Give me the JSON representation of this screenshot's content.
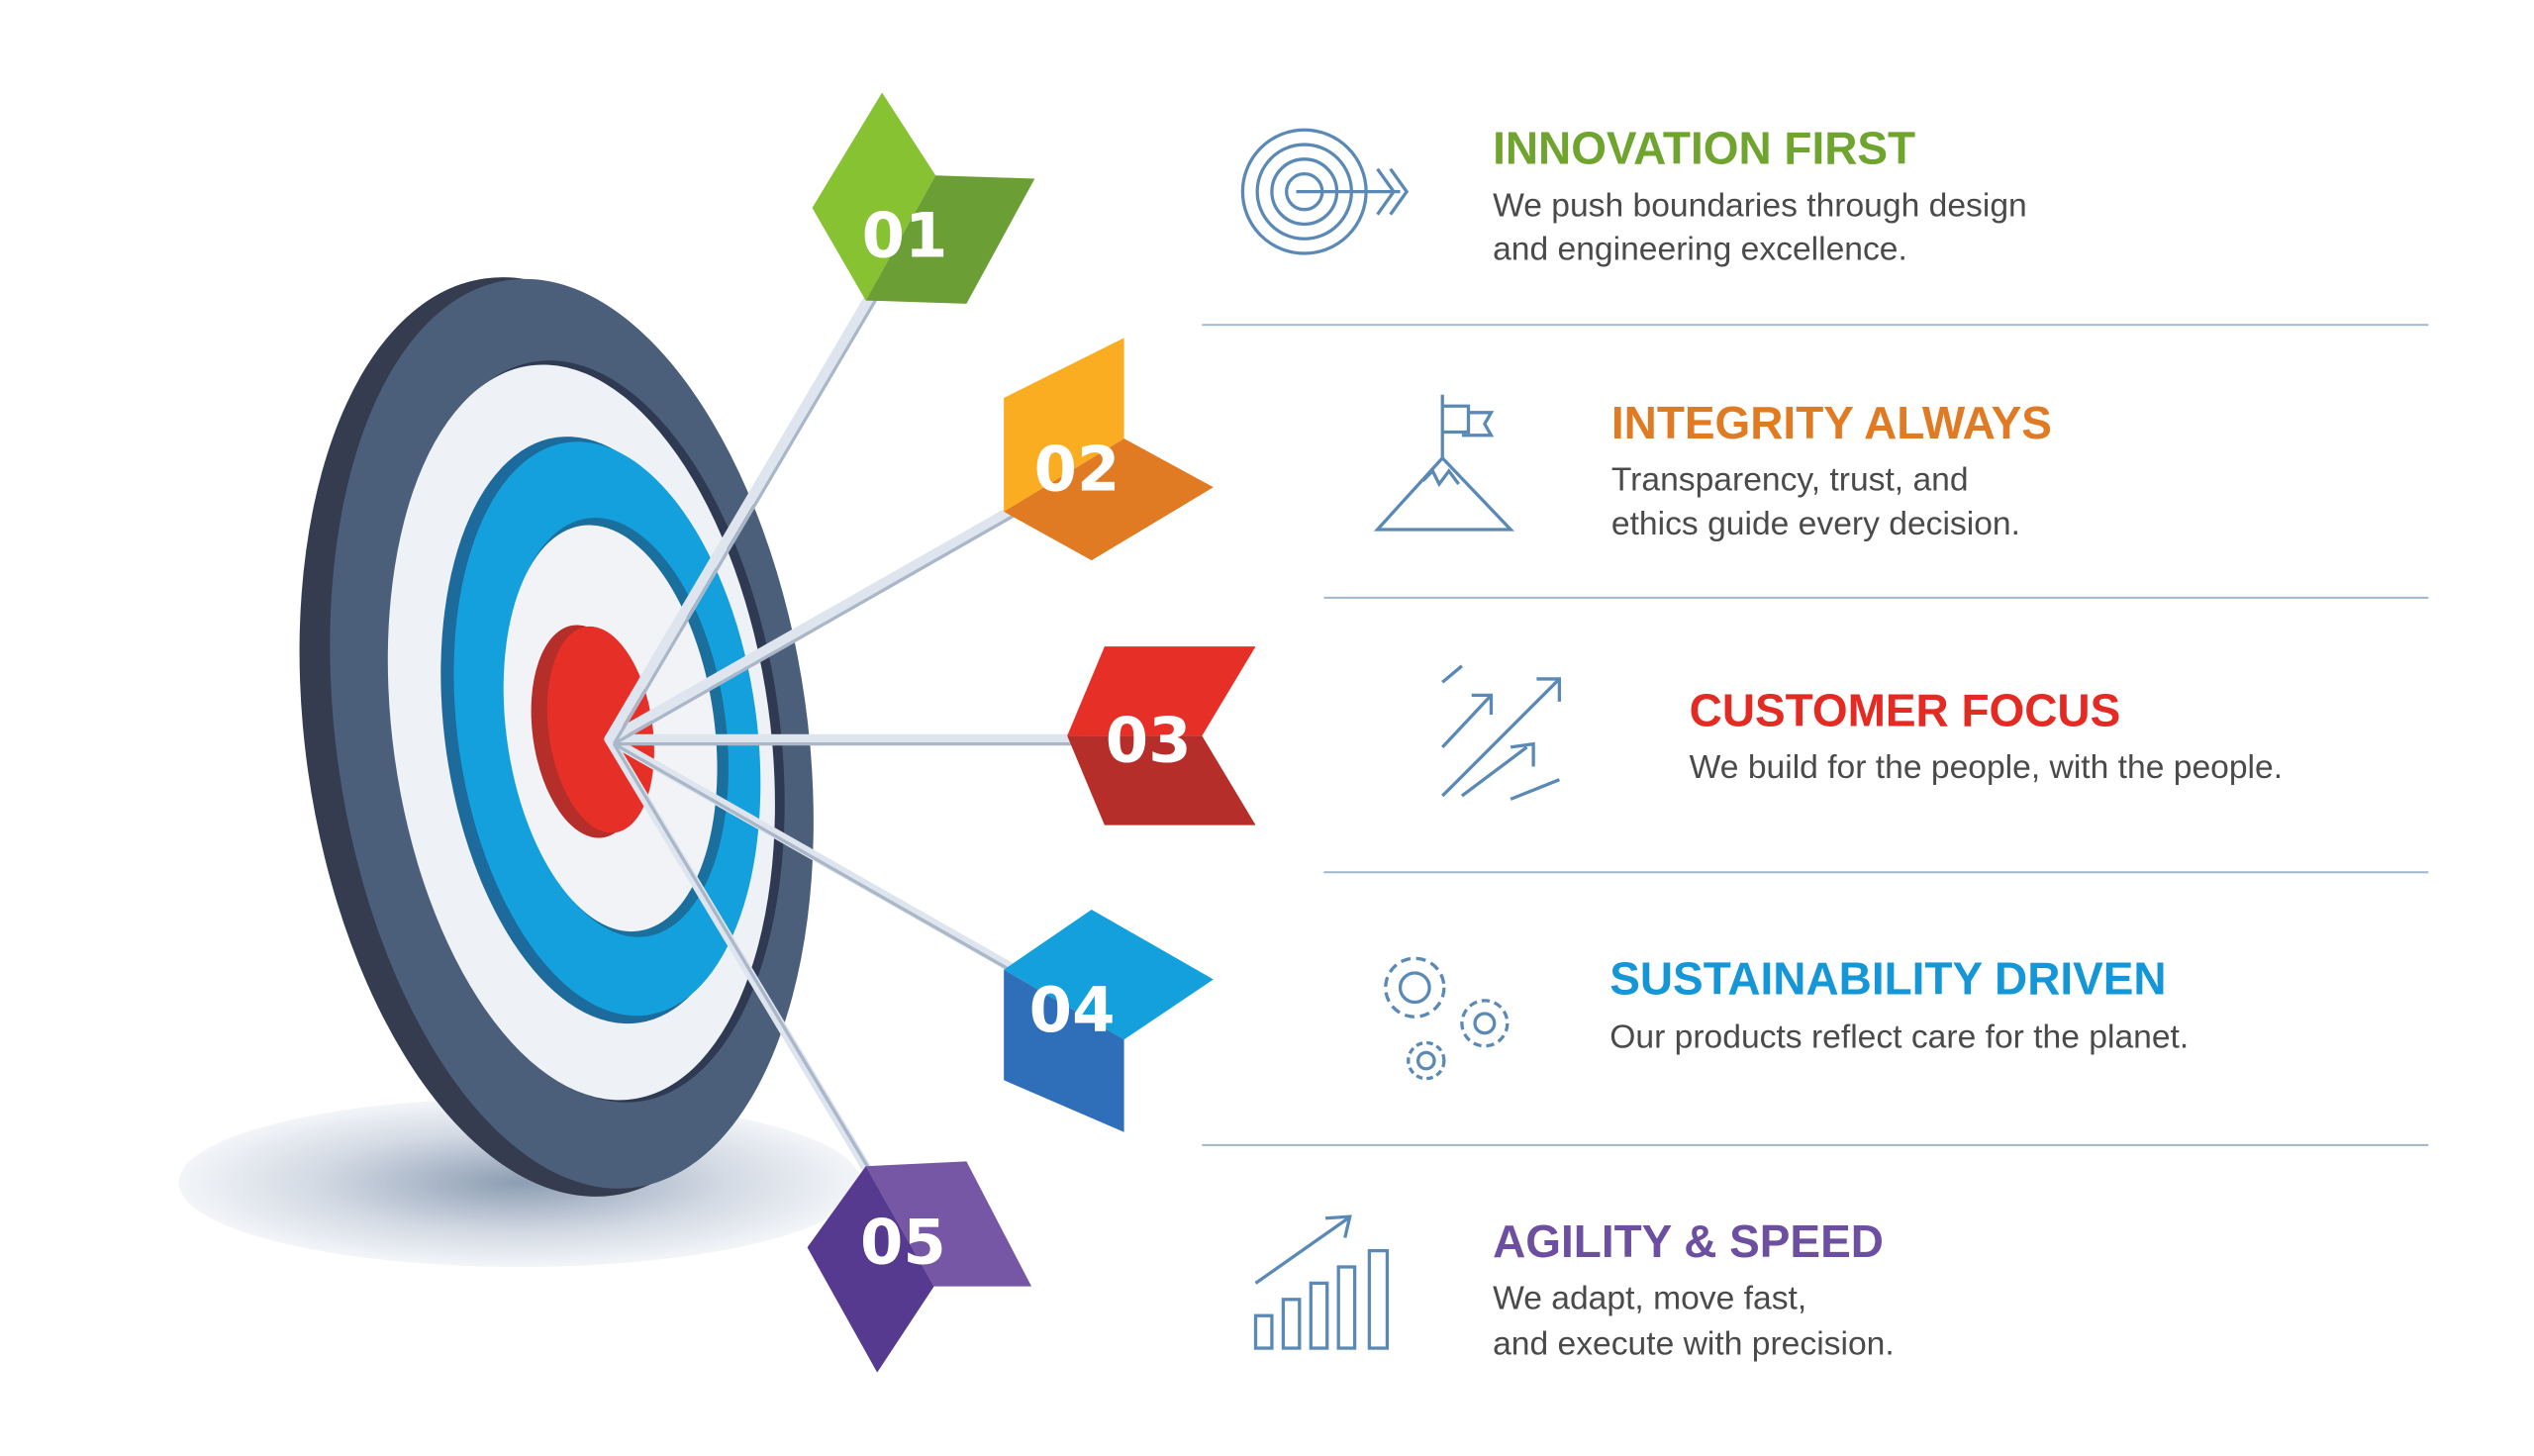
{
  "colors": {
    "green": "#6fa52f",
    "orange": "#e07b24",
    "red": "#e32b24",
    "blue": "#1596d6",
    "purple": "#6c4fa0",
    "icon": "#5a89b6",
    "target_dark": "#4a5e7a",
    "target_blue": "#13a0dc",
    "target_red": "#e63027"
  },
  "items": [
    {
      "number": "01",
      "title": "INNOVATION FIRST",
      "lines": [
        "We push boundaries through design",
        "and engineering excellence."
      ],
      "icon": "target-arrow-icon"
    },
    {
      "number": "02",
      "title": "INTEGRITY ALWAYS",
      "lines": [
        "Transparency, trust, and",
        "ethics guide every decision."
      ],
      "icon": "mountain-flag-icon"
    },
    {
      "number": "03",
      "title": "CUSTOMER FOCUS",
      "lines": [
        "We build for the people, with the people."
      ],
      "icon": "rising-arrows-icon"
    },
    {
      "number": "04",
      "title": "SUSTAINABILITY DRIVEN",
      "lines": [
        "Our products reflect care for the planet."
      ],
      "icon": "gears-icon"
    },
    {
      "number": "05",
      "title": "AGILITY & SPEED",
      "lines": [
        "We adapt, move fast,",
        "and execute with precision."
      ],
      "icon": "growth-chart-icon"
    }
  ]
}
